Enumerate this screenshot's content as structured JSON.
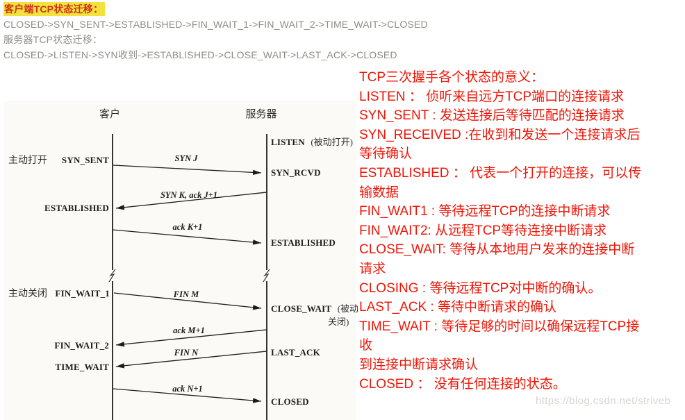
{
  "header": {
    "client_heading": "客户端TCP状态迁移：",
    "client_flow": "CLOSED->SYN_SENT->ESTABLISHED->FIN_WAIT_1->FIN_WAIT_2->TIME_WAIT->CLOSED",
    "server_heading": "服务器TCP状态迁移：",
    "server_flow": "CLOSED->LISTEN->SYN收到->ESTABLISHED->CLOSE_WAIT->LAST_ACK->CLOSED"
  },
  "notes": {
    "lines": [
      "TCP三次握手各个状态的意义：",
      "LISTEN ： 侦听来自远方TCP端口的连接请求",
      "SYN_SENT : 发送连接后等待匹配的连接请求",
      "SYN_RECEIVED :在收到和发送一个连接请求后",
      "等待确认",
      "ESTABLISHED ： 代表一个打开的连接，可以传",
      "输数据",
      "FIN_WAIT1 : 等待远程TCP的连接中断请求",
      "FIN_WAIT2: 从远程TCP等待连接中断请求",
      "CLOSE_WAIT: 等待从本地用户发来的连接中断",
      "请求",
      "CLOSING : 等待远程TCP对中断的确认。",
      "LAST_ACK : 等待中断请求的确认",
      "TIME_WAIT : 等待足够的时间以确保远程TCP接",
      "收",
      "到连接中断请求确认",
      "CLOSED ： 没有任何连接的状态。"
    ]
  },
  "watermark": "https://blog.csdn.net/striveb",
  "diagram": {
    "client_title": "客户",
    "server_title": "服务器",
    "active_open": "主动打开",
    "active_close": "主动关闭",
    "syn_sent": "SYN_SENT",
    "established_client": "ESTABLISHED",
    "listen": "LISTEN",
    "listen_note": "(被动打开)",
    "syn_rcvd": "SYN_RCVD",
    "established_server": "ESTABLISHED",
    "fin_wait_1": "FIN_WAIT_1",
    "close_wait": "CLOSE_WAIT",
    "close_wait_note1": "(被动",
    "close_wait_note2": "关闭)",
    "fin_wait_2": "FIN_WAIT_2",
    "time_wait": "TIME_WAIT",
    "last_ack": "LAST_ACK",
    "closed": "CLOSED",
    "messages": [
      "SYN J",
      "SYN K, ack J+1",
      "ack K+1",
      "FIN M",
      "ack M+1",
      "FIN N",
      "ack N+1"
    ]
  },
  "colors": {
    "accent_red": "#f01506",
    "heading_red": "#cf2f1f",
    "highlight_yellow": "#f2e33c",
    "body_gray": "#8e8e86",
    "watermark_gray": "#d5d5d3",
    "ink": "#1c1c1c"
  }
}
